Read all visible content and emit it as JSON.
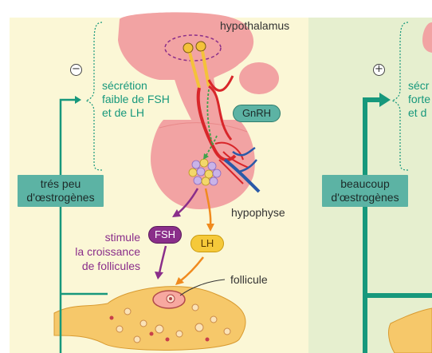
{
  "left_panel": {
    "sign": "−",
    "secretion_text": [
      "sécrétion",
      "faible de FSH",
      "et de LH"
    ],
    "estrogen_badge": [
      "trés peu",
      "d'œstrogènes"
    ],
    "stimulus_text": [
      "stimule",
      "la croissance",
      "de follicules"
    ]
  },
  "right_panel": {
    "sign": "+",
    "secretion_text": [
      "sécr",
      "forte",
      "et d"
    ],
    "estrogen_badge": [
      "beaucoup",
      "d'œstrogènes"
    ]
  },
  "organs": {
    "hypothalamus": "hypothalamus",
    "hypophyse": "hypophyse",
    "follicule": "follicule"
  },
  "hormones": {
    "gnrh": "GnRH",
    "fsh": "FSH",
    "lh": "LH"
  },
  "colors": {
    "left_bg": "#fbf7d6",
    "right_bg": "#e6efcf",
    "arrow_teal": "#17987c",
    "fsh_purple": "#8a2e8a",
    "lh_orange": "#f08a1e",
    "gland_pink": "#f2a3a3"
  }
}
